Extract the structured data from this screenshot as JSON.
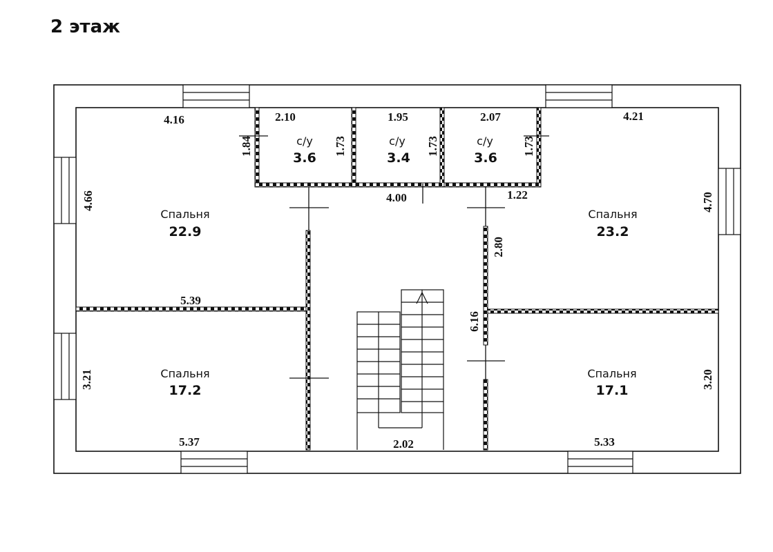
{
  "title": "2 этаж",
  "rooms": [
    {
      "name": "Спальня",
      "area": "22.9"
    },
    {
      "name": "Спальня",
      "area": "23.2"
    },
    {
      "name": "Спальня",
      "area": "17.2"
    },
    {
      "name": "Спальня",
      "area": "17.1"
    },
    {
      "name": "с/у",
      "area": "3.6"
    },
    {
      "name": "с/у",
      "area": "3.4"
    },
    {
      "name": "с/у",
      "area": "3.6"
    }
  ],
  "dimensions": {
    "tl_top": "4.16",
    "tl_left": "4.66",
    "bath1_top": "2.10",
    "bath1_left": "1.84",
    "bath1_right": "1.73",
    "bath2_top": "1.95",
    "bath2_right": "1.73",
    "bath3_top": "2.07",
    "bath3_right": "1.73",
    "tr_top": "4.21",
    "tr_right": "4.70",
    "hall_top": "4.00",
    "hall_right": "1.22",
    "corridor_upper": "2.80",
    "corridor_lower": "6.16",
    "bl_top": "5.39",
    "bl_left": "3.21",
    "bl_bottom": "5.37",
    "stair_bottom": "2.02",
    "br_right": "3.20",
    "br_bottom": "5.33"
  }
}
